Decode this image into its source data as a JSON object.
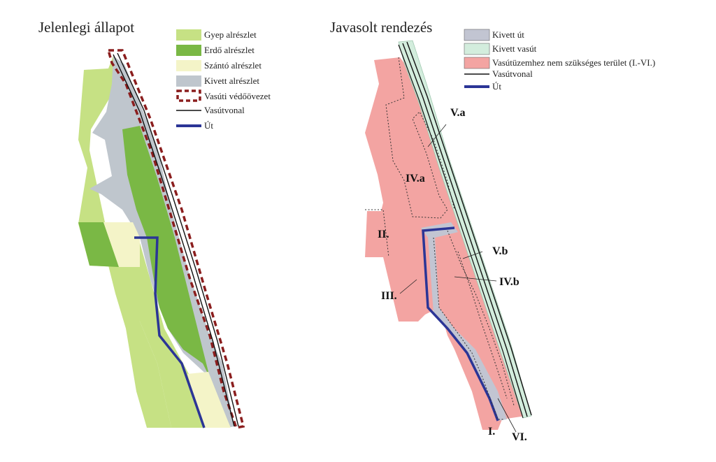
{
  "colors": {
    "gyep": "#c6e184",
    "erdo": "#7ab845",
    "szanto": "#f4f4c8",
    "kivett": "#bfc6cd",
    "vedoovezet": "#8b1e1e",
    "vasutvonal": "#111111",
    "ut": "#2b3596",
    "kivett_ut": "#c2c5d2",
    "kivett_vasut": "#d3eddd",
    "vasutuzem": "#f3a4a2"
  },
  "left_map": {
    "title": "Jelenlegi állapot",
    "legend": [
      {
        "label": "Gyep alrészlet",
        "type": "fill",
        "color": "#c6e184",
        "icon": "gyep-swatch"
      },
      {
        "label": "Erdő alrészlet",
        "type": "fill",
        "color": "#7ab845",
        "icon": "erdo-swatch"
      },
      {
        "label": "Szántó alrészlet",
        "type": "fill",
        "color": "#f4f4c8",
        "icon": "szanto-swatch"
      },
      {
        "label": "Kivett alrészlet",
        "type": "fill",
        "color": "#bfc6cd",
        "icon": "kivett-swatch"
      },
      {
        "label": "Vasúti védőövezet",
        "type": "dashed-box",
        "color": "#8b1e1e",
        "icon": "vedoovezet-swatch"
      },
      {
        "label": "Vasútvonal",
        "type": "line",
        "color": "#111111",
        "icon": "vasutvonal-line"
      },
      {
        "label": "Út",
        "type": "thick-line",
        "color": "#2b3596",
        "icon": "ut-line"
      }
    ]
  },
  "right_map": {
    "title": "Javasolt rendezés",
    "legend": [
      {
        "label": "Kivett út",
        "type": "fill",
        "color": "#c2c5d2",
        "icon": "kivett-ut-swatch"
      },
      {
        "label": "Kivett vasút",
        "type": "fill",
        "color": "#d3eddd",
        "icon": "kivett-vasut-swatch"
      },
      {
        "label": "Vasútüzemhez nem szükséges terület (I.-VI.)",
        "type": "fill",
        "color": "#f3a4a2",
        "icon": "vasutuzem-swatch"
      },
      {
        "label": "Vasútvonal",
        "type": "line",
        "color": "#111111",
        "icon": "vasutvonal-line"
      },
      {
        "label": "Út",
        "type": "thick-line",
        "color": "#2b3596",
        "icon": "ut-line"
      }
    ],
    "parcel_labels": {
      "va": "V.a",
      "iva": "IV.a",
      "ii": "II.",
      "vb": "V.b",
      "ivb": "IV.b",
      "iii": "III.",
      "i": "I.",
      "vi": "VI."
    }
  }
}
